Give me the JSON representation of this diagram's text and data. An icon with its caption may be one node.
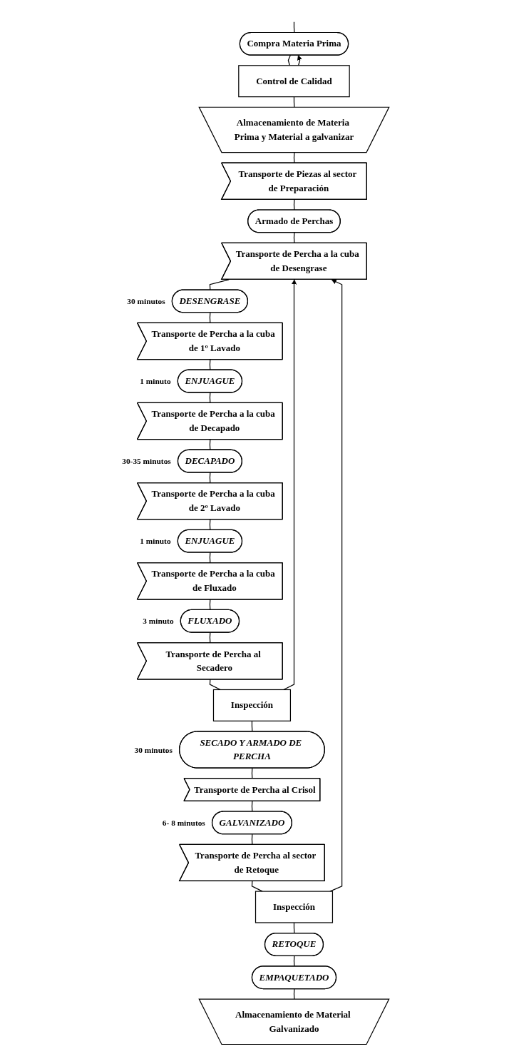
{
  "diagram": {
    "nodes": [
      {
        "text": [
          "Compra Materia Prima"
        ]
      },
      {
        "text": [
          "Control de Calidad"
        ]
      },
      {
        "text": [
          "Almacenamiento de Materia Prima y Material a galvanizar"
        ]
      },
      {
        "text": [
          "Transporte de Piezas al sector de Preparación"
        ]
      },
      {
        "text": [
          "Armado de Perchas"
        ]
      },
      {
        "text": [
          "Transporte de Percha a la cuba de Desengrase"
        ]
      },
      {
        "text": [
          "DESENGRASE"
        ],
        "beside": [
          "30 minutos"
        ]
      },
      {
        "text": [
          "Transporte de Percha a la cuba de 1º Lavado"
        ]
      },
      {
        "text": [
          "ENJUAGUE"
        ],
        "beside": [
          "1 minuto"
        ]
      },
      {
        "text": [
          "Transporte de Percha a la cuba de Decapado"
        ]
      },
      {
        "text": [
          "DECAPADO"
        ],
        "beside": [
          "30-35 minutos"
        ]
      },
      {
        "text": [
          "Transporte de Percha a la cuba de 2º Lavado"
        ]
      },
      {
        "text": [
          "ENJUAGUE"
        ],
        "beside": [
          "1 minuto"
        ]
      },
      {
        "text": [
          "Transporte de Percha a la cuba de Fluxado"
        ]
      },
      {
        "text": [
          "FLUXADO"
        ],
        "beside": [
          "3 minuto"
        ]
      },
      {
        "text": [
          "Transporte de Percha al Secadero"
        ]
      },
      {
        "text": [
          "Inspección"
        ]
      },
      {
        "text": [
          "SECADO Y ARMADO DE PERCHA"
        ],
        "beside": [
          "30 minutos"
        ]
      },
      {
        "text": [
          "Transporte de Percha al Crisol"
        ]
      },
      {
        "text": [
          "GALVANIZADO"
        ],
        "beside": [
          "6- 8 minutos"
        ]
      },
      {
        "text": [
          "Transporte de Percha al sector de Retoque"
        ]
      },
      {
        "text": [
          "Inspección"
        ]
      },
      {
        "text": [
          "RETOQUE"
        ]
      },
      {
        "text": [
          "EMPAQUETADO"
        ]
      },
      {
        "text": [
          "Almacenamiento de Material Galvanizado"
        ]
      }
    ],
    "edges": [
      {
        "from": null,
        "to": 0,
        "arrow": "none"
      },
      {
        "from": 1,
        "to": 0,
        "arrow": "to"
      },
      {
        "from": 0,
        "to": 1,
        "arrow": "none"
      },
      {
        "from": 1,
        "to": 2,
        "arrow": "none"
      },
      {
        "from": 2,
        "to": 3,
        "arrow": "none"
      },
      {
        "from": 3,
        "to": 4,
        "arrow": "none"
      },
      {
        "from": 4,
        "to": 5,
        "arrow": "none"
      },
      {
        "from": 16,
        "to": 5,
        "arrow": "to"
      },
      {
        "from": 21,
        "to": 5,
        "arrow": "to"
      },
      {
        "from": 5,
        "to": 6,
        "arrow": "none"
      },
      {
        "from": 6,
        "to": 7,
        "arrow": "none"
      },
      {
        "from": 7,
        "to": 8,
        "arrow": "none"
      },
      {
        "from": 8,
        "to": 9,
        "arrow": "none"
      },
      {
        "from": 9,
        "to": 10,
        "arrow": "none"
      },
      {
        "from": 10,
        "to": 11,
        "arrow": "none"
      },
      {
        "from": 11,
        "to": 12,
        "arrow": "none"
      },
      {
        "from": 12,
        "to": 13,
        "arrow": "none"
      },
      {
        "from": 13,
        "to": 14,
        "arrow": "none"
      },
      {
        "from": 14,
        "to": 15,
        "arrow": "none"
      },
      {
        "from": 15,
        "to": 16,
        "arrow": "none"
      },
      {
        "from": 16,
        "to": 17,
        "arrow": "none"
      },
      {
        "from": 17,
        "to": 18,
        "arrow": "none"
      },
      {
        "from": 18,
        "to": 19,
        "arrow": "none"
      },
      {
        "from": 19,
        "to": 20,
        "arrow": "none"
      },
      {
        "from": 20,
        "to": 21,
        "arrow": "none"
      },
      {
        "from": 21,
        "to": 22,
        "arrow": "none"
      },
      {
        "from": 22,
        "to": 23,
        "arrow": "none"
      },
      {
        "from": 23,
        "to": 24,
        "arrow": "none"
      }
    ]
  }
}
